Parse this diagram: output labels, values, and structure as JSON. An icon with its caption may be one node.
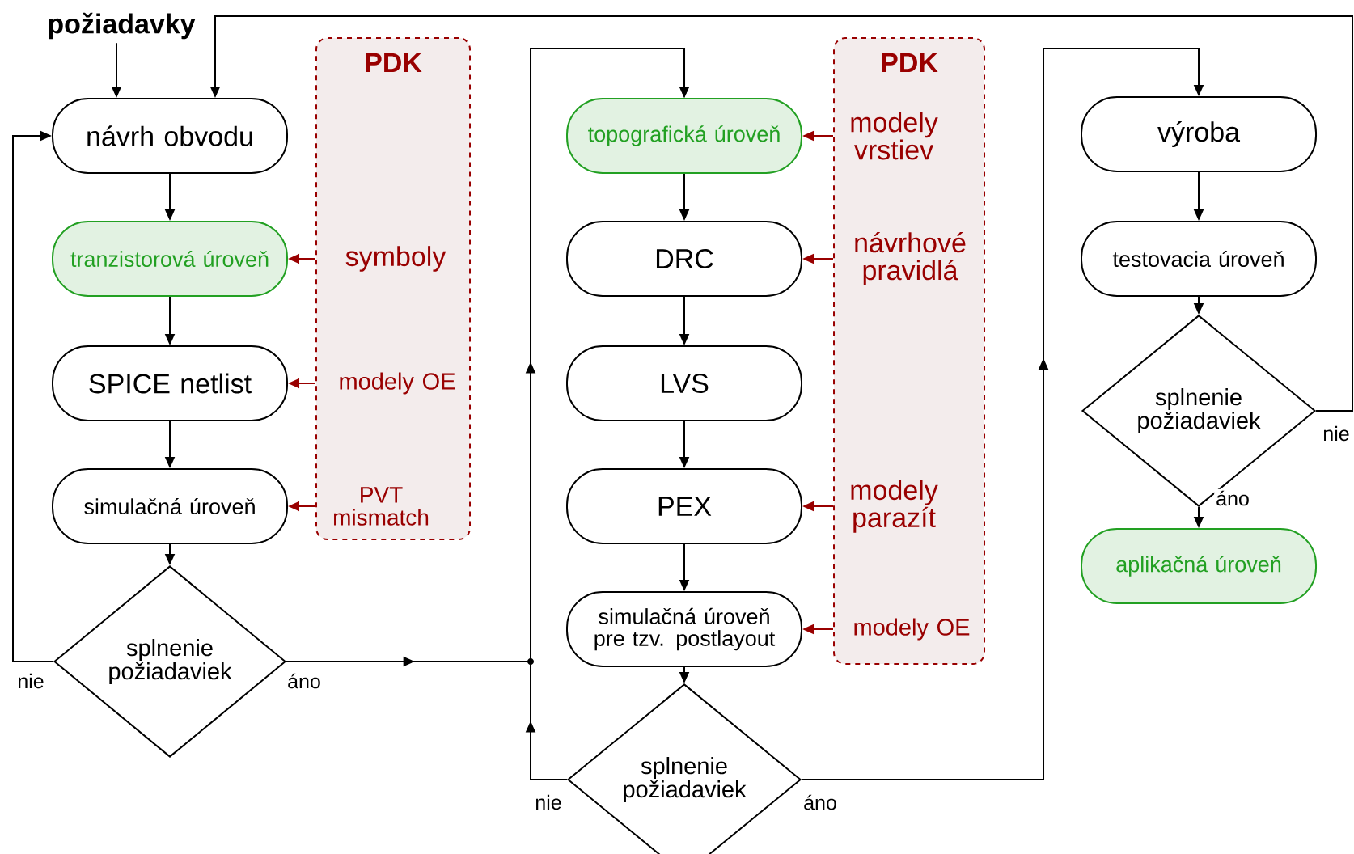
{
  "diagram": {
    "nodes": [
      {
        "text": [
          "požiadavky"
        ]
      },
      {
        "text": [
          "návrh obvodu"
        ]
      },
      {
        "text": [
          "tranzistorová úroveň"
        ]
      },
      {
        "text": [
          "SPICE netlist"
        ]
      },
      {
        "text": [
          "simulačná úroveň"
        ]
      },
      {
        "text": [
          "splnenie požiadaviek"
        ]
      },
      {
        "text": [
          "PDK"
        ]
      },
      {
        "text": [
          "symboly"
        ],
        "in": 6
      },
      {
        "text": [
          "modely OE"
        ],
        "in": 6
      },
      {
        "text": [
          "PVT mismatch"
        ],
        "in": 6
      },
      {
        "text": [
          "topografická úroveň"
        ]
      },
      {
        "text": [
          "DRC"
        ]
      },
      {
        "text": [
          "LVS"
        ]
      },
      {
        "text": [
          "PEX"
        ]
      },
      {
        "text": [
          "simulačná úroveň pre tzv. postlayout"
        ]
      },
      {
        "text": [
          "splnenie požiadaviek"
        ]
      },
      {
        "text": [
          "PDK"
        ]
      },
      {
        "text": [
          "modely vrstiev"
        ],
        "in": 16
      },
      {
        "text": [
          "návrhové pravidlá"
        ],
        "in": 16
      },
      {
        "text": [
          "modely parazít"
        ],
        "in": 16
      },
      {
        "text": [
          "modely OE"
        ],
        "in": 16
      },
      {
        "text": [
          "výroba"
        ]
      },
      {
        "text": [
          "testovacia úroveň"
        ]
      },
      {
        "text": [
          "splnenie požiadaviek"
        ]
      },
      {
        "text": [
          "aplikačná úroveň"
        ]
      }
    ],
    "edges": [
      {
        "from": 0,
        "to": 1,
        "arrow": "to"
      },
      {
        "from": 1,
        "to": 2,
        "arrow": "to"
      },
      {
        "from": 2,
        "to": 3,
        "arrow": "to"
      },
      {
        "from": 3,
        "to": 4,
        "arrow": "to"
      },
      {
        "from": 4,
        "to": 5,
        "arrow": "to"
      },
      {
        "from": 5,
        "to": 1,
        "arrow": "to",
        "label": "nie"
      },
      {
        "from": 5,
        "to": 10,
        "arrow": "to",
        "label": "áno"
      },
      {
        "from": 7,
        "to": 2,
        "arrow": "to",
        "color": "#990000"
      },
      {
        "from": 8,
        "to": 3,
        "arrow": "to",
        "color": "#990000"
      },
      {
        "from": 9,
        "to": 4,
        "arrow": "to",
        "color": "#990000"
      },
      {
        "from": 10,
        "to": 11,
        "arrow": "to"
      },
      {
        "from": 11,
        "to": 12,
        "arrow": "to"
      },
      {
        "from": 12,
        "to": 13,
        "arrow": "to"
      },
      {
        "from": 13,
        "to": 14,
        "arrow": "to"
      },
      {
        "from": 14,
        "to": 15,
        "arrow": "to"
      },
      {
        "from": 15,
        "to": 10,
        "arrow": "to",
        "label": "nie"
      },
      {
        "from": 15,
        "to": 21,
        "arrow": "to",
        "label": "áno"
      },
      {
        "from": 17,
        "to": 10,
        "arrow": "to",
        "color": "#990000"
      },
      {
        "from": 18,
        "to": 11,
        "arrow": "to",
        "color": "#990000"
      },
      {
        "from": 19,
        "to": 13,
        "arrow": "to",
        "color": "#990000"
      },
      {
        "from": 20,
        "to": 14,
        "arrow": "to",
        "color": "#990000"
      },
      {
        "from": 21,
        "to": 22,
        "arrow": "to"
      },
      {
        "from": 22,
        "to": 23,
        "arrow": "to"
      },
      {
        "from": 23,
        "to": 24,
        "arrow": "to",
        "label": "áno"
      },
      {
        "from": 23,
        "to": 1,
        "arrow": "to",
        "label": "nie"
      }
    ]
  }
}
